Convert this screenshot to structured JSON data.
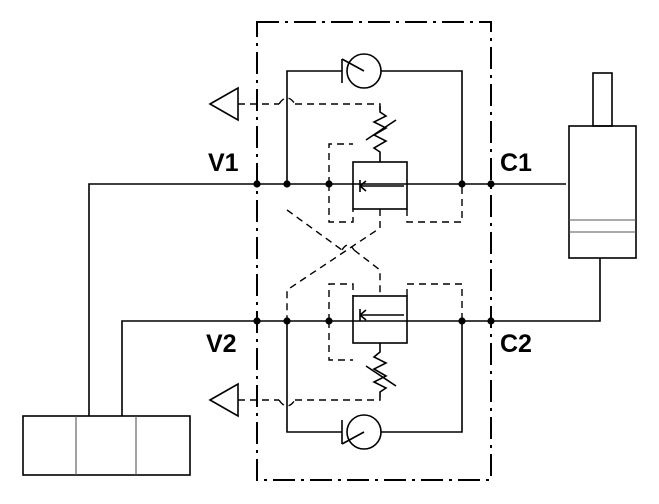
{
  "ports": {
    "v1": "V1",
    "v2": "V2",
    "c1": "C1",
    "c2": "C2"
  },
  "colors": {
    "line": "#000000",
    "background": "#ffffff"
  }
}
